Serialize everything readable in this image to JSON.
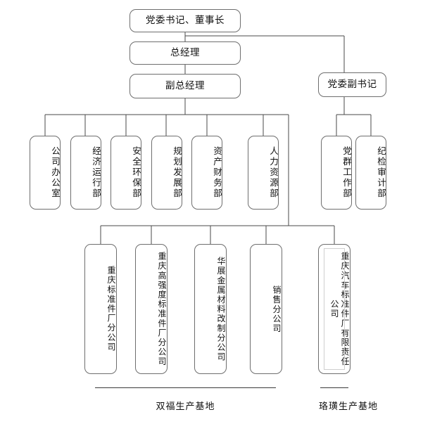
{
  "chart_data": {
    "type": "diagram",
    "title": "",
    "diagram_kind": "organizational-chart",
    "orientation": "top-down",
    "nodes": [
      {
        "id": "chairman",
        "label": "党委书记、董事长",
        "level": 0,
        "text_orientation": "horizontal"
      },
      {
        "id": "gm",
        "label": "总经理",
        "level": 1,
        "text_orientation": "horizontal"
      },
      {
        "id": "deputy_gm",
        "label": "副总经理",
        "level": 2,
        "text_orientation": "horizontal"
      },
      {
        "id": "party_vice",
        "label": "党委副书记",
        "level": 1,
        "text_orientation": "horizontal"
      },
      {
        "id": "dept1",
        "label": "公司办公室",
        "level": 3,
        "text_orientation": "vertical",
        "parent": "deputy_gm"
      },
      {
        "id": "dept2",
        "label": "经济运行部",
        "level": 3,
        "text_orientation": "vertical",
        "parent": "deputy_gm"
      },
      {
        "id": "dept3",
        "label": "安全环保部",
        "level": 3,
        "text_orientation": "vertical",
        "parent": "deputy_gm"
      },
      {
        "id": "dept4",
        "label": "规划发展部",
        "level": 3,
        "text_orientation": "vertical",
        "parent": "deputy_gm"
      },
      {
        "id": "dept5",
        "label": "资产财务部",
        "level": 3,
        "text_orientation": "vertical",
        "parent": "deputy_gm"
      },
      {
        "id": "dept6",
        "label": "人力资源部",
        "level": 3,
        "text_orientation": "vertical",
        "parent": "deputy_gm"
      },
      {
        "id": "pdept1",
        "label": "党群工作部",
        "level": 3,
        "text_orientation": "vertical",
        "parent": "party_vice"
      },
      {
        "id": "pdept2",
        "label": "纪检审计部",
        "level": 3,
        "text_orientation": "vertical",
        "parent": "party_vice"
      },
      {
        "id": "sub1",
        "label": "重庆标准件厂分公司",
        "level": 4,
        "text_orientation": "vertical",
        "parent": "deputy_gm"
      },
      {
        "id": "sub2",
        "label": "重庆高强度标准件厂分公司",
        "level": 4,
        "text_orientation": "vertical",
        "parent": "deputy_gm"
      },
      {
        "id": "sub3",
        "label": "华展金属材料改制分公司",
        "level": 4,
        "text_orientation": "vertical",
        "parent": "deputy_gm"
      },
      {
        "id": "sub4",
        "label": "销售分公司",
        "level": 4,
        "text_orientation": "vertical",
        "parent": "deputy_gm"
      },
      {
        "id": "sub5",
        "label": "重庆汽车标准件厂有限责任公司",
        "level": 4,
        "text_orientation": "vertical",
        "parent": "deputy_gm"
      }
    ],
    "base_labels": [
      {
        "id": "base_left",
        "label": "双福生产基地"
      },
      {
        "id": "base_right",
        "label": "珞璜生产基地"
      }
    ],
    "colors": {
      "node_border": "#6e6e6e",
      "connector": "#4a4a4a",
      "text": "#111111",
      "background": "#ffffff",
      "base_rule": "#3a3a3a"
    }
  },
  "top": {
    "chairman": "党委书记、董事长",
    "gm": "总经理",
    "deputy_gm": "副总经理",
    "party_vice": "党委副书记"
  },
  "departments": {
    "dept1": "公司办公室",
    "dept2": "经济运行部",
    "dept3": "安全环保部",
    "dept4": "规划发展部",
    "dept5": "资产财务部",
    "dept6": "人力资源部"
  },
  "party_departments": {
    "pdept1": "党群工作部",
    "pdept2": "纪检审计部"
  },
  "subsidiaries": {
    "sub1": "重庆标准件厂分公司",
    "sub2": "重庆高强度标准件厂分公司",
    "sub3": "华展金属材料改制分公司",
    "sub4": "销售分公司",
    "sub5": "重庆汽车标准件厂有限责任公司"
  },
  "bases": {
    "left": "双福生产基地",
    "right": "珞璜生产基地"
  }
}
